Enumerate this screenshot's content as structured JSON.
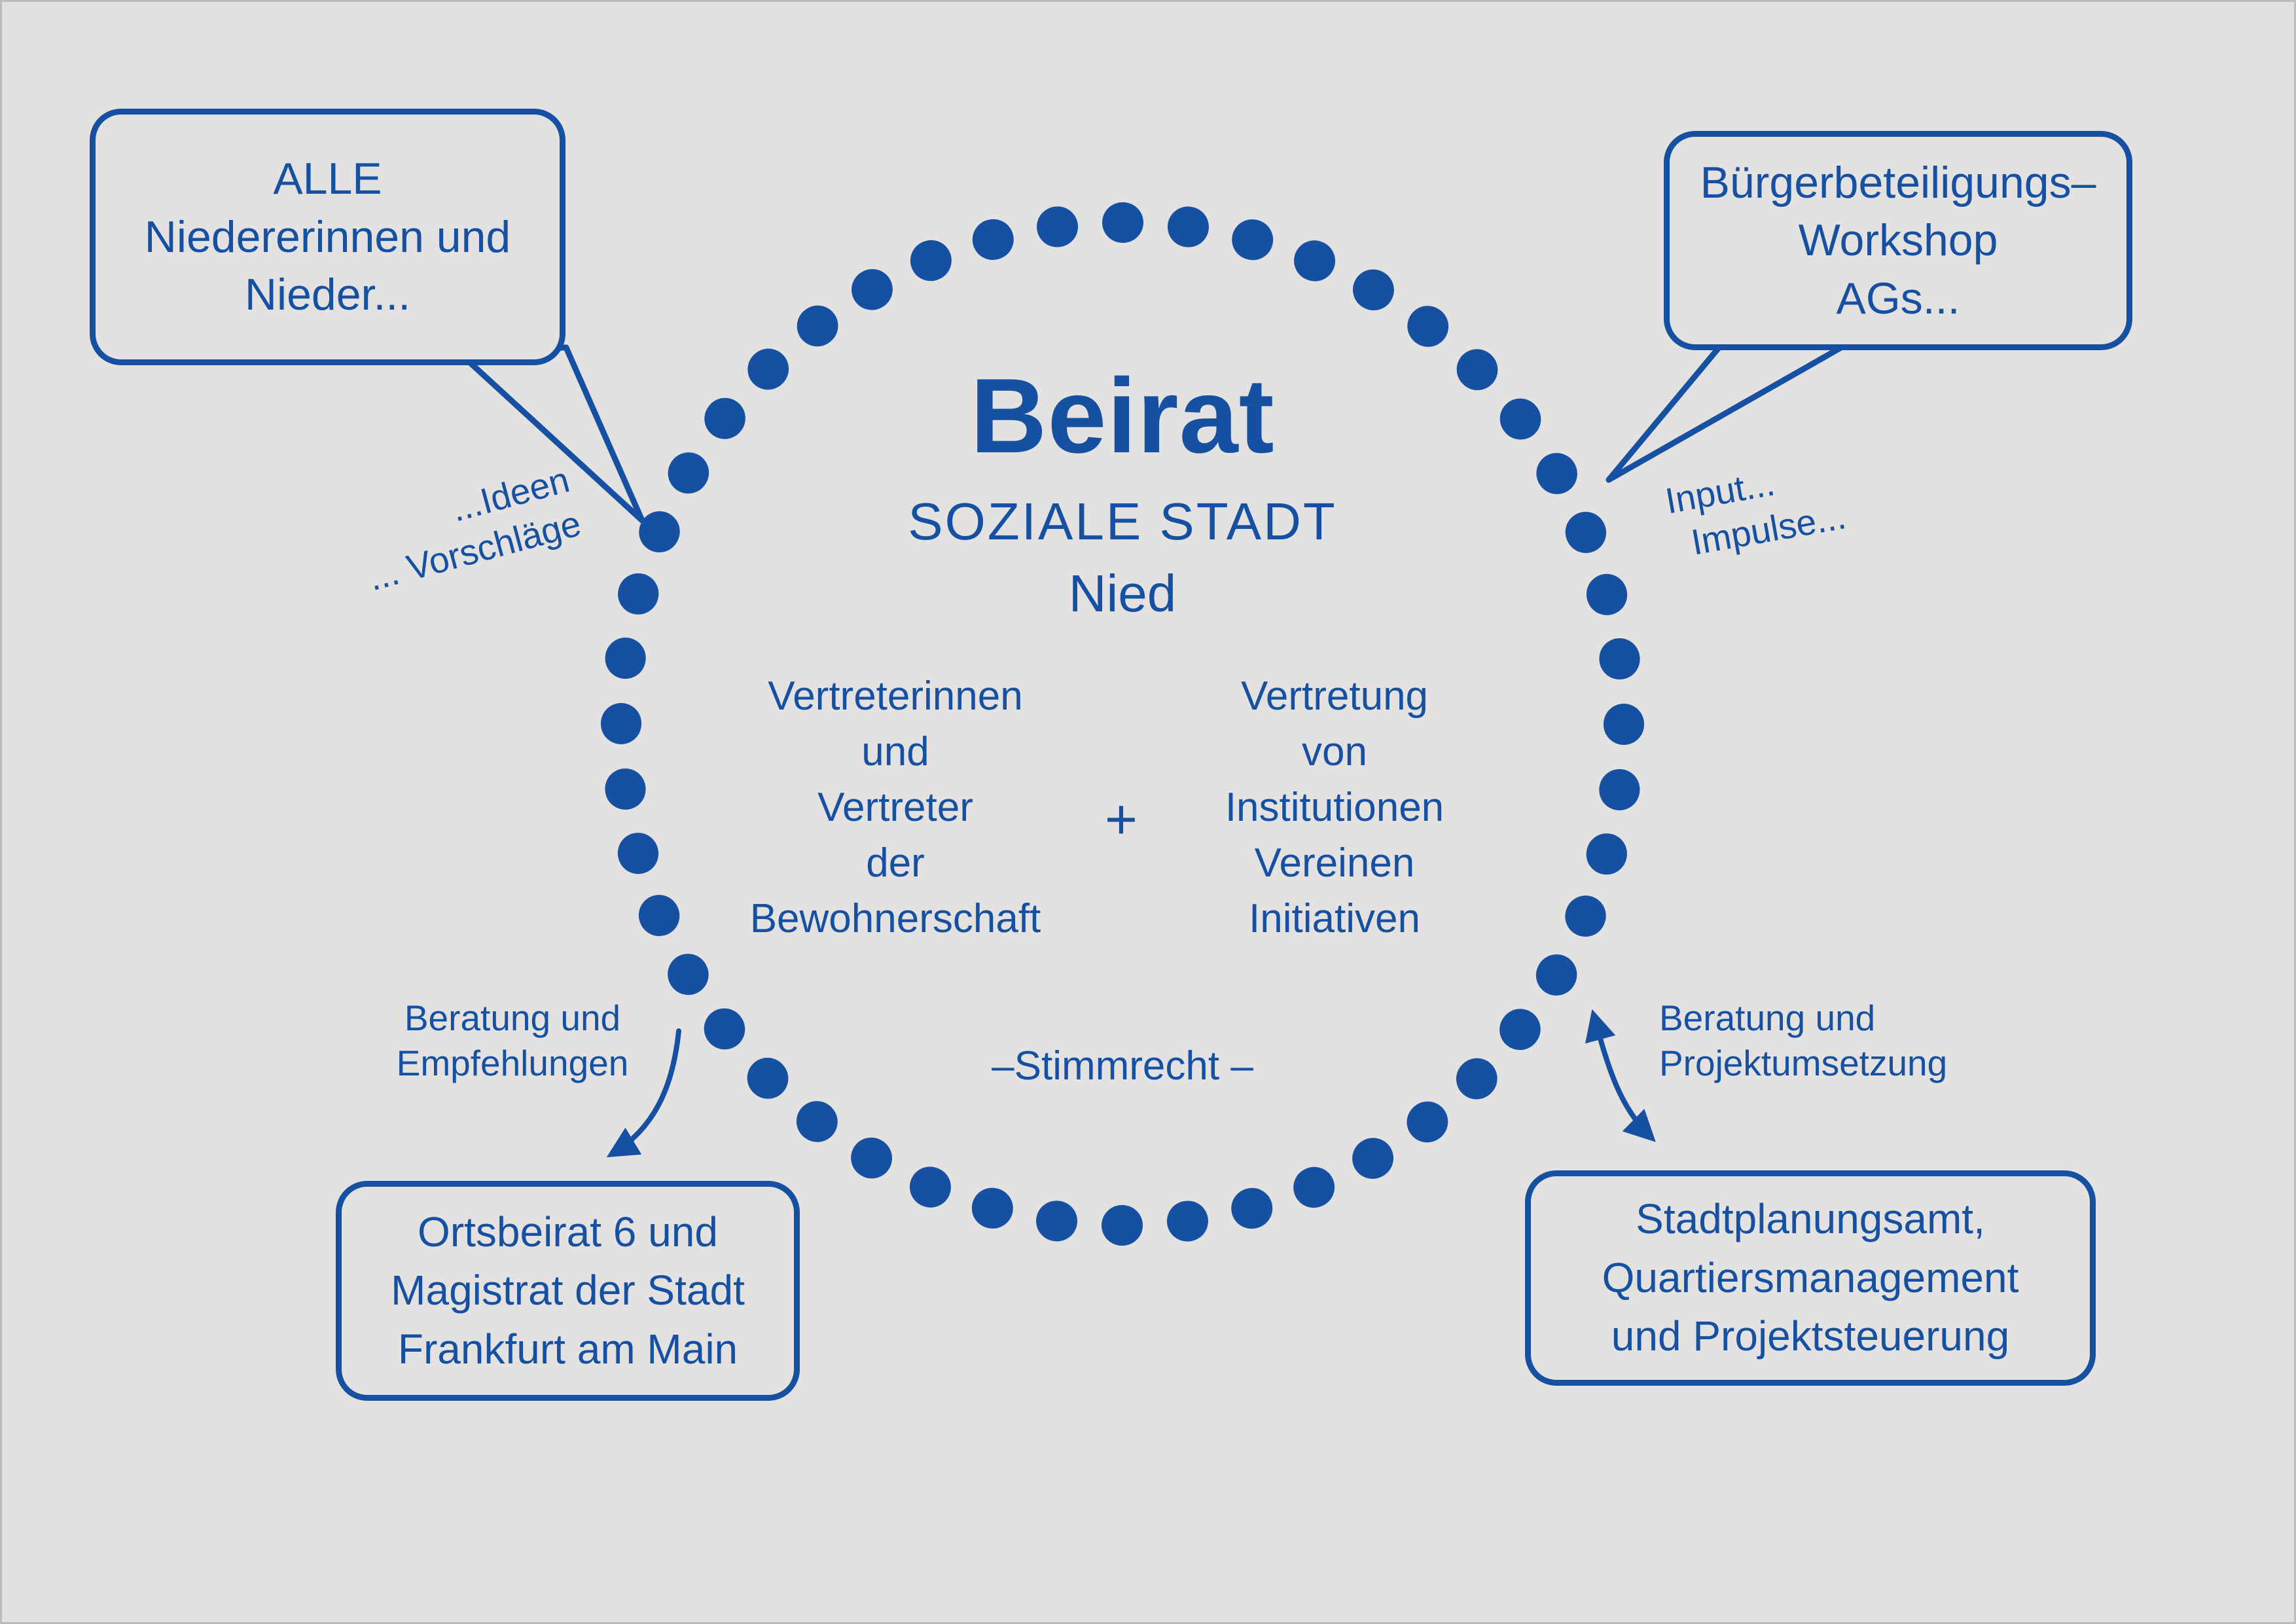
{
  "colors": {
    "blue": "#1550a2",
    "background": "#e3e2e0",
    "border": "#bcbcbc"
  },
  "center": {
    "title": "Beirat",
    "subtitle": "SOZIALE STADT",
    "subtitle2": "Nied",
    "left_group": [
      "Vertreterinnen",
      "und",
      "Vertreter",
      "der",
      "Bewohnerschaft"
    ],
    "plus": "+",
    "right_group": [
      "Vertretung",
      "von",
      "Institutionen",
      "Vereinen",
      "Initiativen"
    ],
    "voting": "–Stimmrecht –"
  },
  "speech_bubbles": {
    "top_left": [
      "ALLE",
      "Niedererinnen und",
      "Nieder..."
    ],
    "top_right": [
      "Bürgerbeteiligungs–",
      "Workshop",
      "AGs..."
    ]
  },
  "annotations": {
    "ideen": [
      "...Ideen",
      "... Vorschläge"
    ],
    "input": [
      "Input...",
      "Impulse..."
    ],
    "beratung_links": [
      "Beratung und",
      "Empfehlungen"
    ],
    "beratung_rechts": [
      "Beratung und",
      "Projektumsetzung"
    ]
  },
  "boxes": {
    "bottom_left": [
      "Ortsbeirat 6 und",
      "Magistrat der Stadt",
      "Frankfurt am Main"
    ],
    "bottom_right": [
      "Stadtplanungsamt,",
      "Quartiersmanagement",
      "und Projektsteuerung"
    ]
  }
}
